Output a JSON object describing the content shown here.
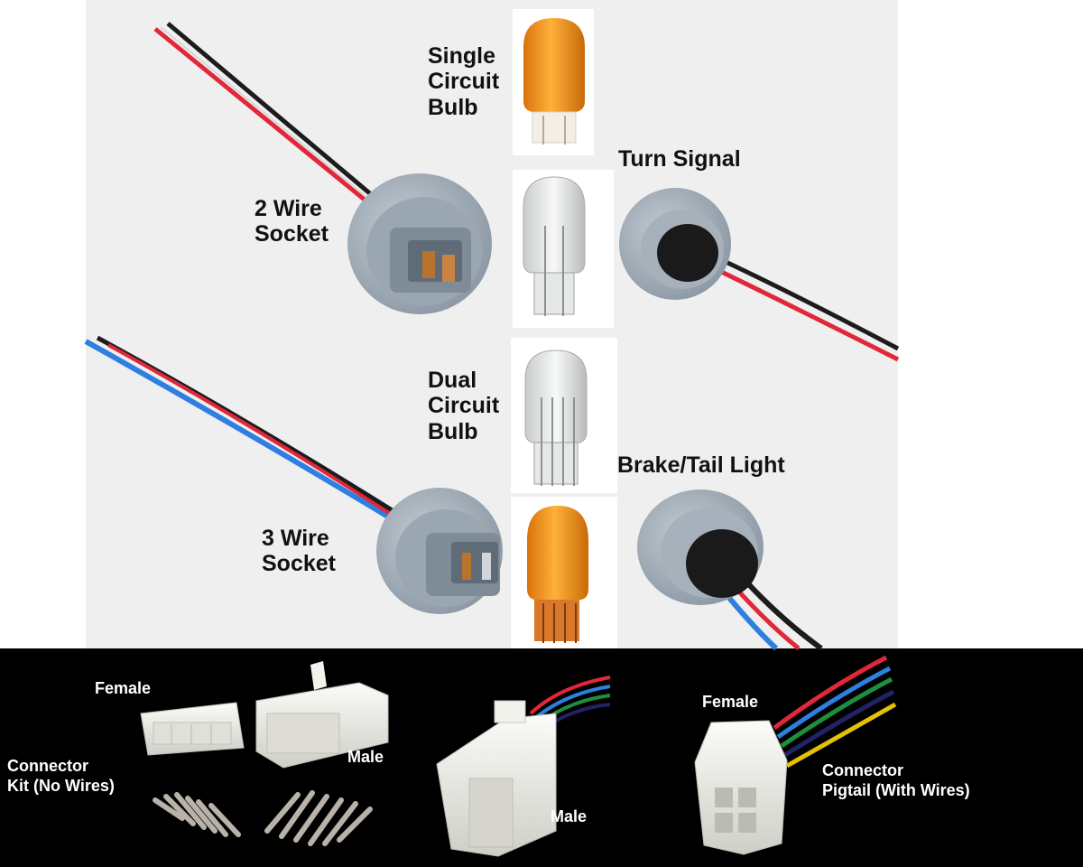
{
  "labels": {
    "single_circuit_bulb": "Single\nCircuit\nBulb",
    "turn_signal": "Turn Signal",
    "two_wire_socket": "2 Wire\nSocket",
    "dual_circuit_bulb": "Dual\nCircuit\nBulb",
    "brake_tail_light": "Brake/Tail Light",
    "three_wire_socket": "3 Wire\nSocket",
    "kit_female": "Female",
    "kit_male": "Male",
    "connector_kit": "Connector\nKit (No Wires)",
    "male_connector": "Male",
    "pigtail_female": "Female",
    "connector_pigtail": "Connector\nPigtail (With Wires)"
  },
  "colors": {
    "amber_bulb": "#f0961c",
    "socket_grey": "#a9b4bf",
    "wire_red": "#e0283a",
    "wire_black": "#1c1c1c",
    "wire_blue": "#2f7fe0",
    "connector_white": "#ecebe6"
  }
}
